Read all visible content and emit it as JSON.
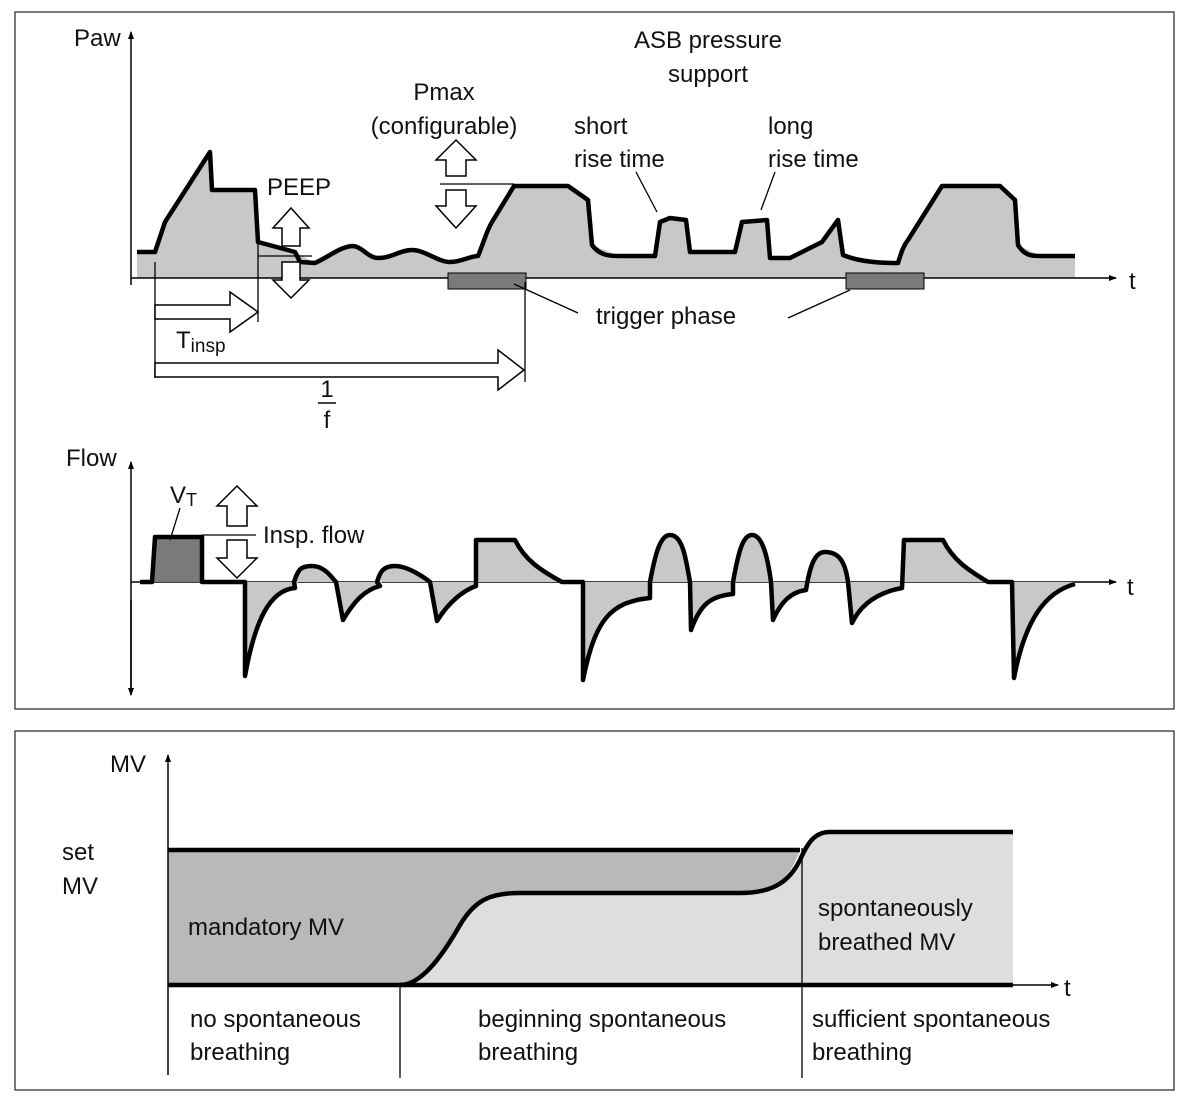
{
  "upper_panel": {
    "paw_axis_label": "Paw",
    "flow_axis_label": "Flow",
    "t_label_top": "t",
    "t_label_flow": "t",
    "asb_line1": "ASB pressure",
    "asb_line2": "support",
    "pmax_line1": "Pmax",
    "pmax_line2": "(configurable)",
    "short_line1": "short",
    "short_line2": "rise time",
    "long_line1": "long",
    "long_line2": "rise time",
    "peep": "PEEP",
    "tinsp_main": "T",
    "tinsp_sub": "insp",
    "freq_num": "1",
    "freq_den": "f",
    "trigger_phase": "trigger phase",
    "vt_main": "V",
    "vt_sub": "T",
    "insp_flow": "Insp. flow"
  },
  "lower_panel": {
    "mv_axis_label": "MV",
    "set_mv_line1": "set",
    "set_mv_line2": "MV",
    "t_label": "t",
    "mandatory_mv": "mandatory MV",
    "spont_line1": "spontaneously",
    "spont_line2": "breathed MV",
    "phase1_line1": "no spontaneous",
    "phase1_line2": "breathing",
    "phase2_line1": "beginning spontaneous",
    "phase2_line2": "breathing",
    "phase3_line1": "sufficient spontaneous",
    "phase3_line2": "breathing"
  },
  "colors": {
    "fill_light": "#c8c8c8",
    "fill_dark": "#7a7a7a",
    "fill_lightest": "#dedede",
    "fill_mid": "#b9b9b9",
    "line": "#000000"
  }
}
